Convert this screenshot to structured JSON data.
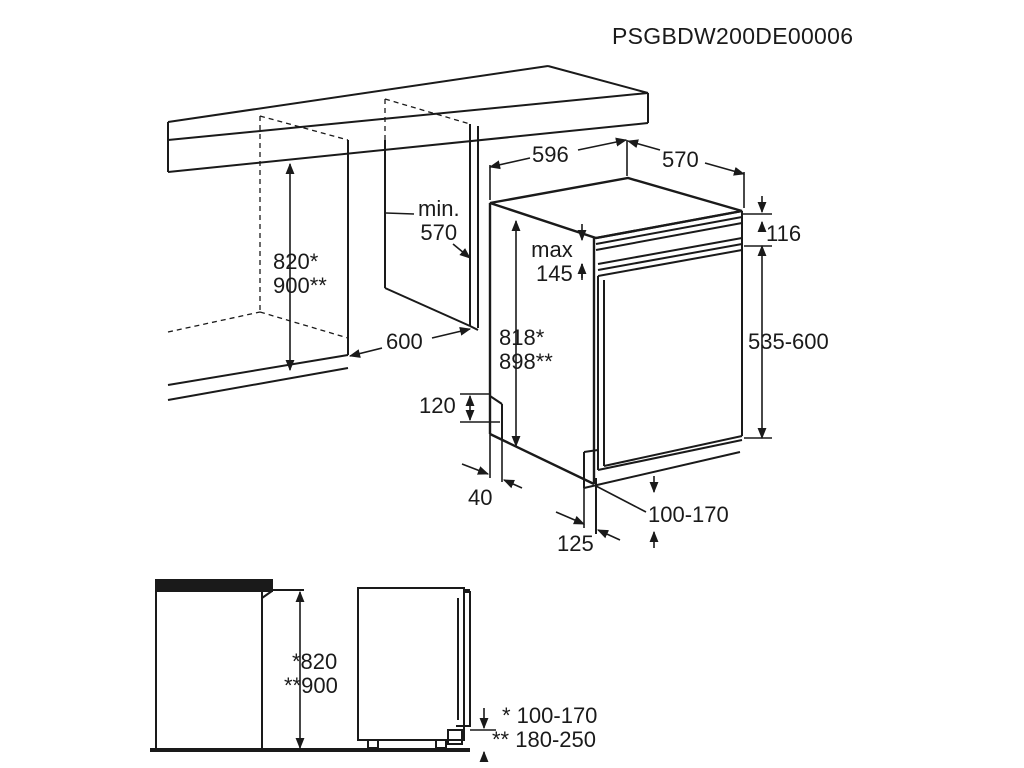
{
  "reference_code": "PSGBDW200DE00006",
  "top_view": {
    "cabinet_height": {
      "line1": "820*",
      "line2": "900**"
    },
    "niche_depth": {
      "line1": "min.",
      "line2": "570"
    },
    "niche_width": "600",
    "appliance_width": "596",
    "appliance_depth": "570",
    "top_offset": "116",
    "panel_gap": {
      "line1": "max",
      "line2": "145"
    },
    "appliance_height": {
      "line1": "818*",
      "line2": "898**"
    },
    "door_panel_height": "535-600",
    "plinth_height": "120",
    "plinth_offset": "40",
    "plinth_depth": "125",
    "foot_adjust": "100-170"
  },
  "bottom_view": {
    "cabinet_height": {
      "line1": "*820",
      "line2": "**900"
    },
    "foot_range_1": "* 100-170",
    "foot_range_2": "** 180-250"
  }
}
